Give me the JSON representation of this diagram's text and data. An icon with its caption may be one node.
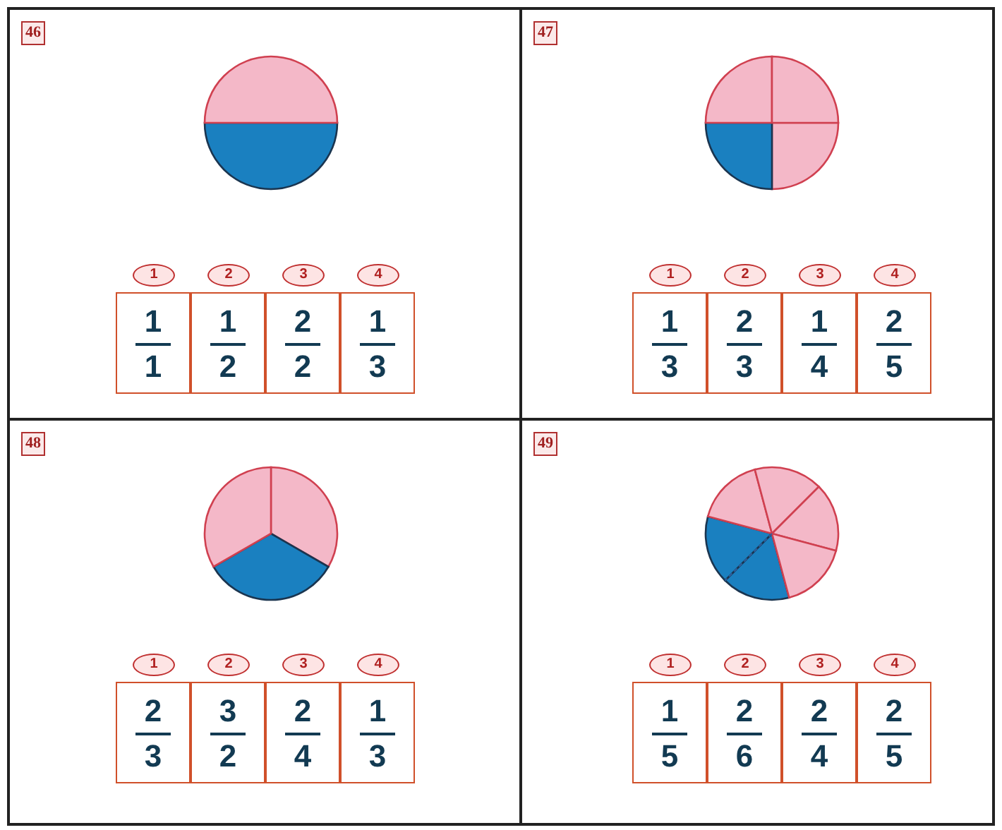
{
  "diagram": {
    "nodes": [
      {
        "text": [
          "46"
        ]
      },
      {
        "text": [],
        "shape": "circle",
        "in": 0
      },
      {
        "text": [
          "1",
          "1",
          "1"
        ],
        "in": 0
      },
      {
        "text": [
          "2",
          "1",
          "2"
        ],
        "in": 0
      },
      {
        "text": [
          "3",
          "2",
          "2"
        ],
        "in": 0
      },
      {
        "text": [
          "4",
          "1",
          "3"
        ],
        "in": 0
      },
      {
        "text": [
          "47"
        ]
      },
      {
        "text": [],
        "shape": "circle",
        "in": 6
      },
      {
        "text": [
          "1",
          "1",
          "3"
        ],
        "in": 6
      },
      {
        "text": [
          "2",
          "2",
          "3"
        ],
        "in": 6
      },
      {
        "text": [
          "3",
          "1",
          "4"
        ],
        "in": 6
      },
      {
        "text": [
          "4",
          "2",
          "5"
        ],
        "in": 6
      },
      {
        "text": [
          "48"
        ]
      },
      {
        "text": [],
        "shape": "circle",
        "in": 12
      },
      {
        "text": [
          "1",
          "2",
          "3"
        ],
        "in": 12
      },
      {
        "text": [
          "2",
          "3",
          "2"
        ],
        "in": 12
      },
      {
        "text": [
          "3",
          "2",
          "4"
        ],
        "in": 12
      },
      {
        "text": [
          "4",
          "1",
          "3"
        ],
        "in": 12
      },
      {
        "text": [
          "49"
        ]
      },
      {
        "text": [],
        "shape": "circle",
        "in": 18
      },
      {
        "text": [
          "1",
          "1",
          "5"
        ],
        "in": 18
      },
      {
        "text": [
          "2",
          "2",
          "6"
        ],
        "in": 18
      },
      {
        "text": [
          "3",
          "2",
          "4"
        ],
        "in": 18
      },
      {
        "text": [
          "4",
          "2",
          "5"
        ],
        "in": 18
      }
    ]
  }
}
